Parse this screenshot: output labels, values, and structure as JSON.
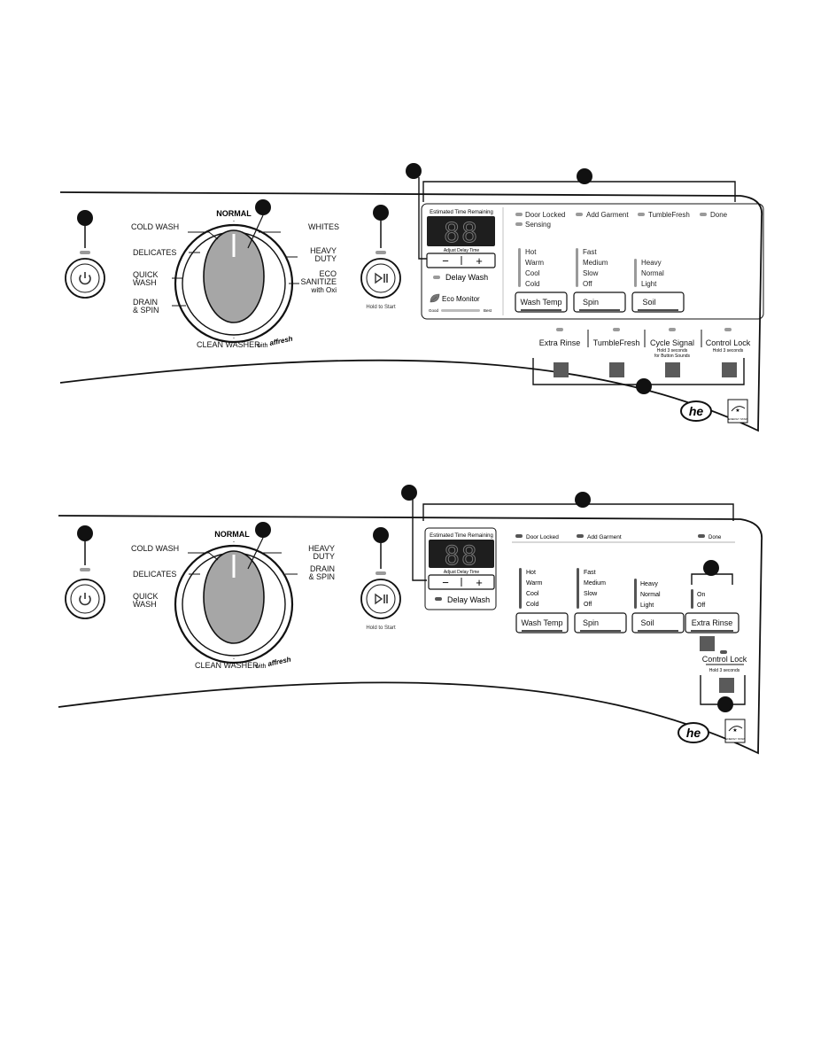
{
  "panel1": {
    "cycles_left": [
      "COLD WASH",
      "DELICATES",
      "QUICK",
      "WASH",
      "DRAIN",
      "& SPIN"
    ],
    "cycle_normal": "NORMAL",
    "cycles_right": [
      "WHITES",
      "HEAVY",
      "DUTY",
      "ECO",
      "SANITIZE",
      "with Oxi"
    ],
    "clean_washer": "CLEAN WASHER",
    "clean_washer_with": "with",
    "affresh": "affresh",
    "hold_to_start": "Hold to Start",
    "display": {
      "title": "Estimated Time Remaining",
      "digits": "88",
      "adjust_label": "Adjust Delay Time",
      "minus": "−",
      "plus": "+"
    },
    "delay_wash": "Delay Wash",
    "eco_monitor": "Eco Monitor",
    "eco_good": "Good",
    "eco_best": "Best",
    "status": [
      "Door Locked",
      "Add Garment",
      "TumbleFresh",
      "Done",
      "Sensing"
    ],
    "wash_temp": {
      "options": [
        "Hot",
        "Warm",
        "Cool",
        "Cold"
      ],
      "label": "Wash Temp"
    },
    "spin": {
      "options": [
        "Fast",
        "Medium",
        "Slow",
        "Off"
      ],
      "label": "Spin"
    },
    "soil": {
      "options": [
        "Heavy",
        "Normal",
        "Light"
      ],
      "label": "Soil"
    },
    "extra_rinse": "Extra Rinse",
    "tumblefresh": "TumbleFresh",
    "cycle_signal": "Cycle Signal",
    "cycle_signal_note1": "Hold 3 seconds",
    "cycle_signal_note2": "for Button Sounds",
    "control_lock": "Control Lock",
    "control_lock_note": "Hold 3 seconds"
  },
  "panel2": {
    "cycles_left": [
      "COLD WASH",
      "DELICATES",
      "QUICK",
      "WASH"
    ],
    "cycle_normal": "NORMAL",
    "cycles_right": [
      "HEAVY",
      "DUTY",
      "DRAIN",
      "& SPIN"
    ],
    "clean_washer": "CLEAN WASHER",
    "clean_washer_with": "with",
    "affresh": "affresh",
    "hold_to_start": "Hold to Start",
    "display": {
      "title": "Estimated Time Remaining",
      "digits": "88",
      "adjust_label": "Adjust Delay Time",
      "minus": "−",
      "plus": "+"
    },
    "delay_wash": "Delay Wash",
    "status": [
      "Door Locked",
      "Add Garment",
      "Done"
    ],
    "wash_temp": {
      "options": [
        "Hot",
        "Warm",
        "Cool",
        "Cold"
      ],
      "label": "Wash Temp"
    },
    "spin": {
      "options": [
        "Fast",
        "Medium",
        "Slow",
        "Off"
      ],
      "label": "Spin"
    },
    "soil": {
      "options": [
        "Heavy",
        "Normal",
        "Light"
      ],
      "label": "Soil"
    },
    "extra_rinse": {
      "options": [
        "On",
        "Off"
      ],
      "label": "Extra Rinse"
    },
    "control_lock": "Control Lock",
    "control_lock_note": "Hold 3 seconds"
  },
  "logos": {
    "he": "he",
    "energy_star": "ENERGY STAR"
  },
  "colors": {
    "knob": "#a6a6a6",
    "button_square": "#5a5a5a",
    "display": "#1e1e1e",
    "indicator": "#9a9a9a"
  }
}
